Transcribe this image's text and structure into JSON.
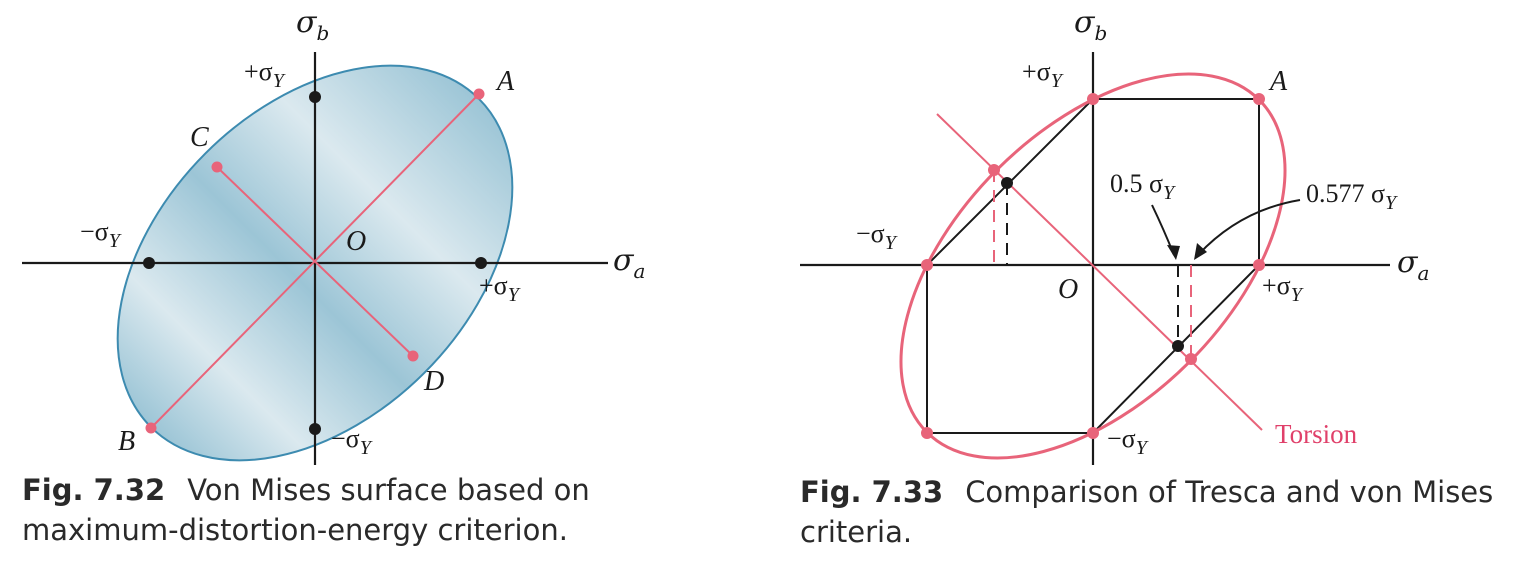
{
  "figure_left": {
    "axis_x": "σ",
    "axis_x_sub": "a",
    "axis_y": "σ",
    "axis_y_sub": "b",
    "pos_y_top": "+σ",
    "neg_y_bottom": "−σ",
    "neg_x_left": "−σ",
    "pos_x_right": "+σ",
    "yield_sub": "Y",
    "origin": "O",
    "point_A": "A",
    "point_B": "B",
    "point_C": "C",
    "point_D": "D",
    "fill_color": "#8fbccf",
    "caption_label": "Fig. 7.32",
    "caption_text_line1": "Von Mises surface based on",
    "caption_text_line2": "maximum-distortion-energy criterion."
  },
  "figure_right": {
    "axis_x": "σ",
    "axis_x_sub": "a",
    "axis_y": "σ",
    "axis_y_sub": "b",
    "pos_y_top": "+σ",
    "neg_y_bottom": "−σ",
    "neg_x_left": "−σ",
    "pos_x_right": "+σ",
    "yield_sub": "Y",
    "origin": "O",
    "point_A": "A",
    "label_half": "0.5 σ",
    "label_577": "0.577 σ",
    "torsion": "Torsion",
    "caption_label": "Fig. 7.33",
    "caption_text_line1": "Comparison of Tresca and von Mises",
    "caption_text_line2": "criteria."
  },
  "colors": {
    "pink": "#e8647a",
    "ink": "#1a1a1a"
  }
}
